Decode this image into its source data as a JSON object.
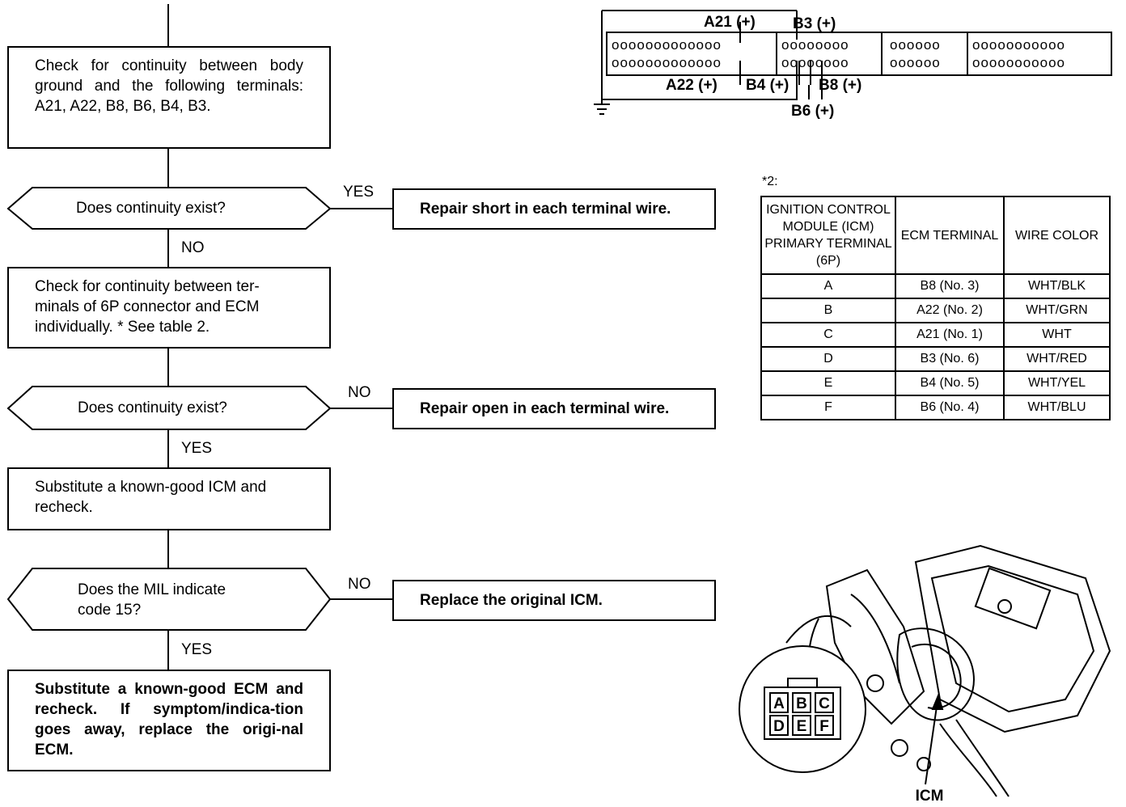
{
  "flow": {
    "step1": "Check for continuity between body ground and the following terminals: A21, A22, B8, B6, B4, B3.",
    "q1": "Does continuity exist?",
    "q1_yes": "YES",
    "q1_yes_action": "Repair short in each terminal wire.",
    "q1_no": "NO",
    "step2": "Check for continuity between ter-minals of 6P connector and ECM individually. * See table 2.",
    "q2": "Does continuity exist?",
    "q2_no": "NO",
    "q2_no_action": "Repair open in each terminal wire.",
    "q2_yes": "YES",
    "step3": "Substitute a known-good ICM and recheck.",
    "q3_line1": "Does the MIL indicate",
    "q3_line2": "code 15?",
    "q3_no": "NO",
    "q3_no_action": "Replace the original ICM.",
    "q3_yes": "YES",
    "step4": "Substitute a known-good ECM and recheck. If symptom/indica-tion goes away, replace the origi-nal ECM."
  },
  "connector": {
    "a21": "A21 (+)",
    "b3": "B3 (+)",
    "a22": "A22 (+)",
    "b4": "B4 (+)",
    "b8": "B8 (+)",
    "b6": "B6 (+)",
    "row_a1": "ooooooooooooo",
    "row_a2": "ooooooooooooo",
    "row_b1": "oooooooo",
    "row_b2": "oooooooo",
    "row_c1": "oooooo",
    "row_c2": "oooooo",
    "row_d1": "ooooooooooo",
    "row_d2": "ooooooooooo"
  },
  "table2": {
    "note": "*2:",
    "headers": [
      "IGNITION CONTROL MODULE (ICM) PRIMARY TERMINAL (6P)",
      "ECM TERMINAL",
      "WIRE COLOR"
    ],
    "rows": [
      [
        "A",
        "B8 (No. 3)",
        "WHT/BLK"
      ],
      [
        "B",
        "A22 (No. 2)",
        "WHT/GRN"
      ],
      [
        "C",
        "A21 (No. 1)",
        "WHT"
      ],
      [
        "D",
        "B3 (No. 6)",
        "WHT/RED"
      ],
      [
        "E",
        "B4 (No. 5)",
        "WHT/YEL"
      ],
      [
        "F",
        "B6 (No. 4)",
        "WHT/BLU"
      ]
    ]
  },
  "illustration": {
    "pins": [
      "A",
      "B",
      "C",
      "D",
      "E",
      "F"
    ],
    "label": "ICM"
  }
}
